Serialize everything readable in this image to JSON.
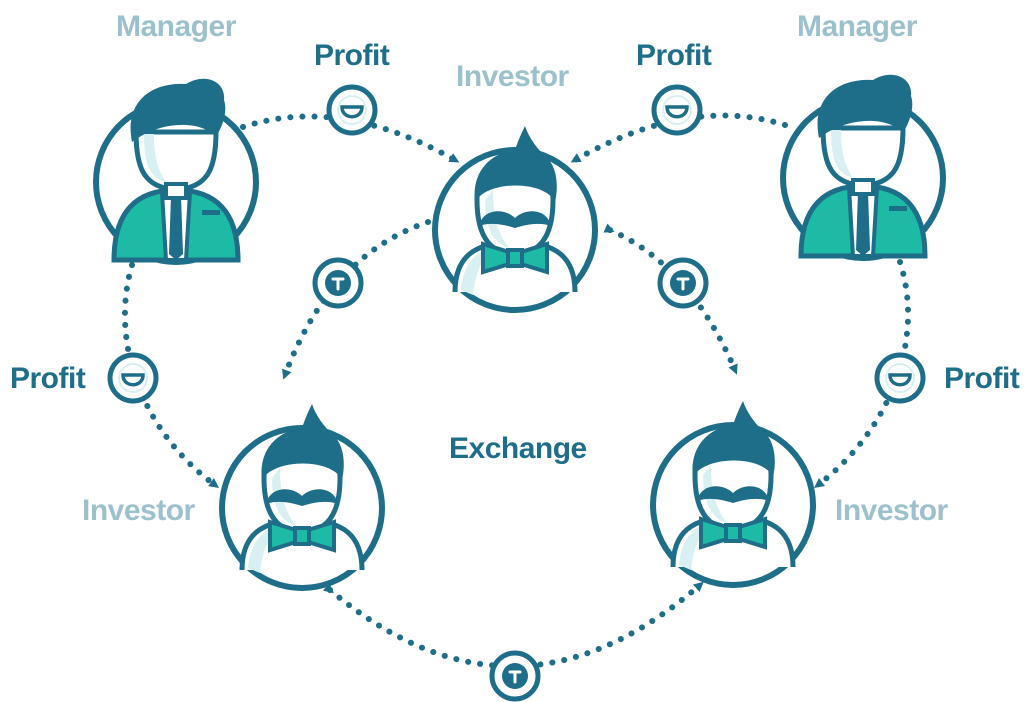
{
  "labels": {
    "manager_left": "Manager",
    "manager_right": "Manager",
    "investor_top": "Investor",
    "investor_bottom_left": "Investor",
    "investor_bottom_right": "Investor",
    "profit_top_left": "Profit",
    "profit_top_right": "Profit",
    "profit_left": "Profit",
    "profit_right": "Profit",
    "center": "Exchange"
  },
  "icons": {
    "manager": "manager-avatar-icon",
    "investor": "investor-avatar-icon",
    "profit": "smile-coin-icon",
    "token": "t-coin-icon"
  },
  "colors": {
    "dark": "#1e6e8a",
    "teal": "#1dbaa5",
    "light": "#9dc1cc",
    "pale": "#d8f0f2"
  }
}
